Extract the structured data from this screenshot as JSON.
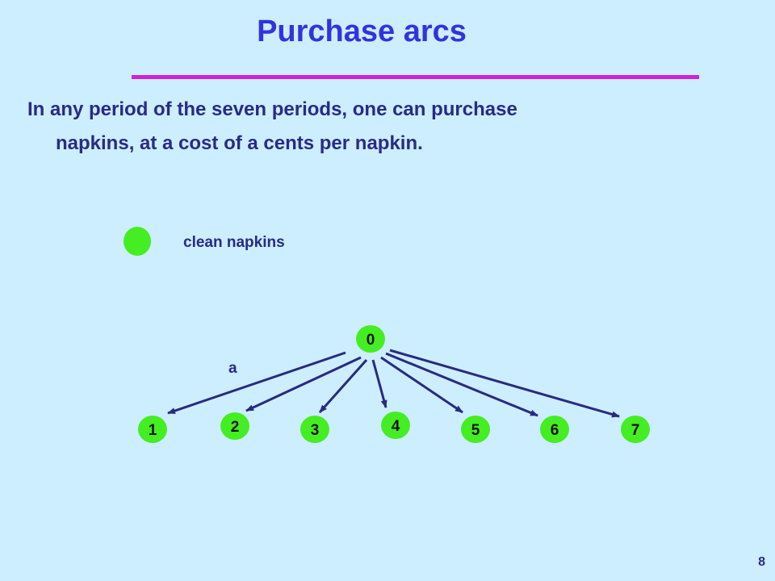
{
  "slide": {
    "title": "Purchase arcs",
    "body_line1": "In any period of the seven periods, one can purchase",
    "body_line2": "napkins, at a cost of  a cents per napkin.",
    "page_number": "8"
  },
  "legend": {
    "label": "clean napkins",
    "node_color": "#44ee22"
  },
  "network": {
    "source": "0",
    "targets": [
      "1",
      "2",
      "3",
      "4",
      "5",
      "6",
      "7"
    ],
    "arc_label": "a",
    "node_color": "#44ee22",
    "arc_color": "#2a2a80"
  }
}
